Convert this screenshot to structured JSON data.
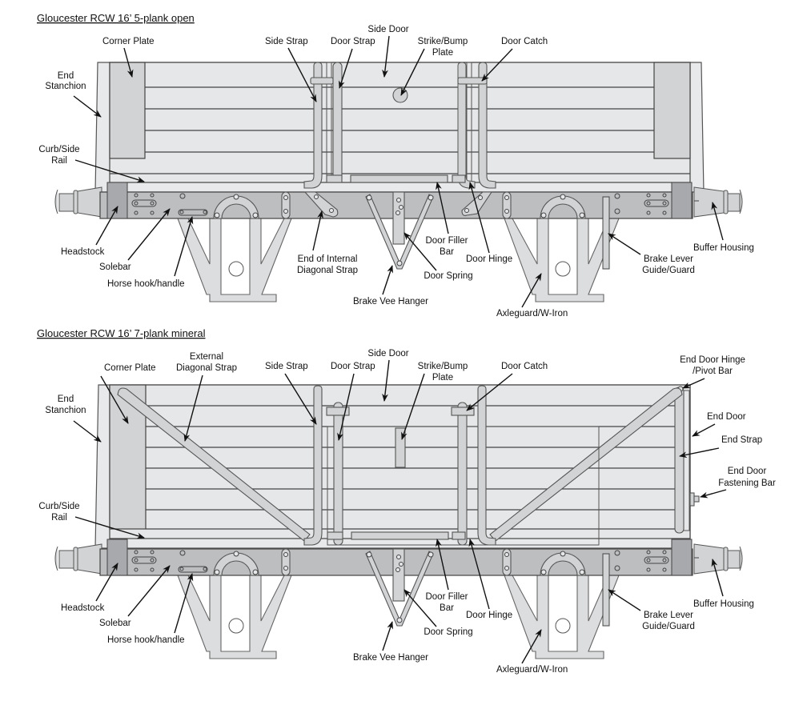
{
  "diagrams": [
    {
      "title": "Gloucester RCW  16’ 5-plank open",
      "planks": 5,
      "labels": {
        "corner_plate": "Corner Plate",
        "end_stanchion_1": "End",
        "end_stanchion_2": "Stanchion",
        "curb_1": "Curb/Side",
        "curb_2": "Rail",
        "side_strap": "Side Strap",
        "door_strap": "Door Strap",
        "side_door": "Side Door",
        "strike_1": "Strike/Bump",
        "strike_2": "Plate",
        "door_catch": "Door Catch",
        "headstock": "Headstock",
        "solebar": "Solebar",
        "horse_hook": "Horse hook/handle",
        "internal_diag_1": "End of Internal",
        "internal_diag_2": "Diagonal Strap",
        "brake_vee": "Brake Vee Hanger",
        "door_spring": "Door Spring",
        "filler_1": "Door Filler",
        "filler_2": "Bar",
        "door_hinge": "Door Hinge",
        "axleguard": "Axleguard/W-Iron",
        "brake_lever_1": "Brake Lever",
        "brake_lever_2": "Guide/Guard",
        "buffer_housing": "Buffer Housing"
      }
    },
    {
      "title": "Gloucester RCW  16’ 7-plank mineral",
      "planks": 7,
      "labels": {
        "corner_plate": "Corner Plate",
        "ext_diag_1": "External",
        "ext_diag_2": "Diagonal Strap",
        "end_stanchion_1": "End",
        "end_stanchion_2": "Stanchion",
        "curb_1": "Curb/Side",
        "curb_2": "Rail",
        "side_strap": "Side Strap",
        "door_strap": "Door Strap",
        "side_door": "Side Door",
        "strike_1": "Strike/Bump",
        "strike_2": "Plate",
        "door_catch": "Door Catch",
        "end_door_hinge_1": "End Door Hinge",
        "end_door_hinge_2": "/Pivot Bar",
        "end_door": "End Door",
        "end_strap": "End Strap",
        "end_door_fastening_1": "End Door",
        "end_door_fastening_2": "Fastening Bar",
        "headstock": "Headstock",
        "solebar": "Solebar",
        "horse_hook": "Horse hook/handle",
        "brake_vee": "Brake Vee Hanger",
        "door_spring": "Door Spring",
        "filler_1": "Door Filler",
        "filler_2": "Bar",
        "door_hinge": "Door Hinge",
        "axleguard": "Axleguard/W-Iron",
        "brake_lever_1": "Brake Lever",
        "brake_lever_2": "Guide/Guard",
        "buffer_housing": "Buffer Housing"
      }
    }
  ],
  "colors": {
    "body": "#e6e7e8",
    "corner_plate": "#d1d3d4",
    "solebar": "#bcbec0",
    "outline": "#444444"
  }
}
